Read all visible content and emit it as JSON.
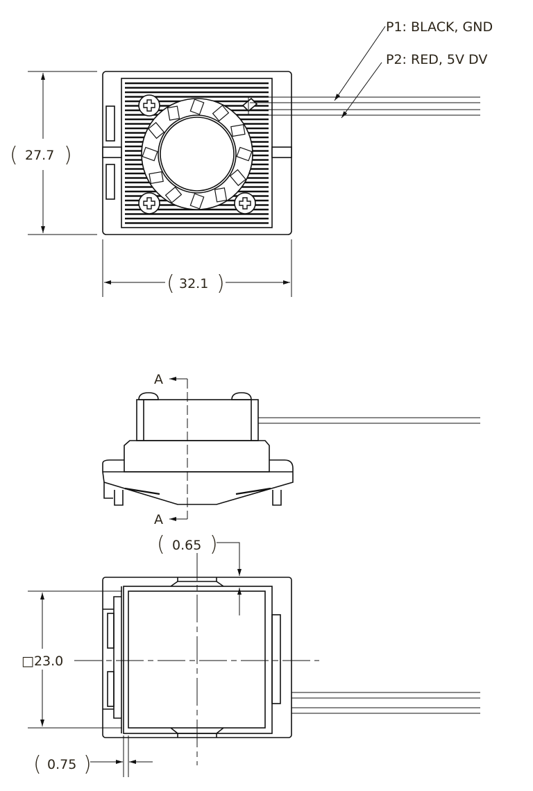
{
  "top_view": {
    "dim_height": "27.7",
    "dim_width": "32.1",
    "callouts": [
      "P1: BLACK, GND",
      "P2: RED, 5V DV"
    ]
  },
  "side_view": {
    "section_label_top": "A",
    "section_label_bottom": "A"
  },
  "bottom_view": {
    "dim_gap_top": "0.65",
    "dim_square": "□23.0",
    "dim_gap_side": "0.75"
  }
}
